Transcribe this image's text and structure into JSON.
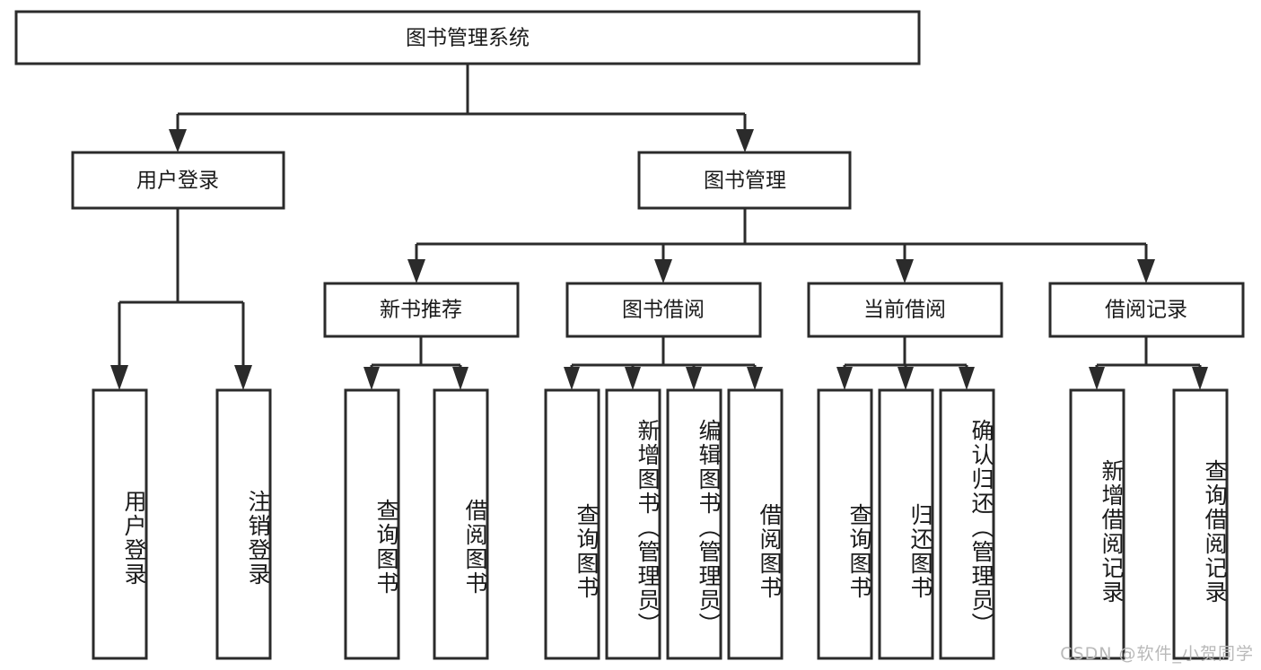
{
  "diagram": {
    "type": "tree-hierarchy",
    "title": "图书管理系统",
    "watermark": "CSDN @软件_小贺同学",
    "colors": {
      "stroke": "#2b2b2b",
      "fill": "#ffffff",
      "text": "#1a1a1a",
      "watermark": "#b9b9b9",
      "background": "#ffffff"
    },
    "root": {
      "label": "图书管理系统"
    },
    "level2": [
      {
        "label": "用户登录"
      },
      {
        "label": "图书管理"
      }
    ],
    "level3": [
      {
        "label": "新书推荐"
      },
      {
        "label": "图书借阅"
      },
      {
        "label": "当前借阅"
      },
      {
        "label": "借阅记录"
      }
    ],
    "leaves": {
      "user_login": [
        {
          "label": "用户登录"
        },
        {
          "label": "注销登录"
        }
      ],
      "new_book": [
        {
          "label": "查询图书"
        },
        {
          "label": "借阅图书"
        }
      ],
      "borrow": [
        {
          "label": "查询图书"
        },
        {
          "label": "新增图书（管理员）"
        },
        {
          "label": "编辑图书（管理员）"
        },
        {
          "label": "借阅图书"
        }
      ],
      "current": [
        {
          "label": "查询图书"
        },
        {
          "label": "归还图书"
        },
        {
          "label": "确认归还（管理员）"
        }
      ],
      "records": [
        {
          "label": "新增借阅记录"
        },
        {
          "label": "查询借阅记录"
        }
      ]
    }
  }
}
